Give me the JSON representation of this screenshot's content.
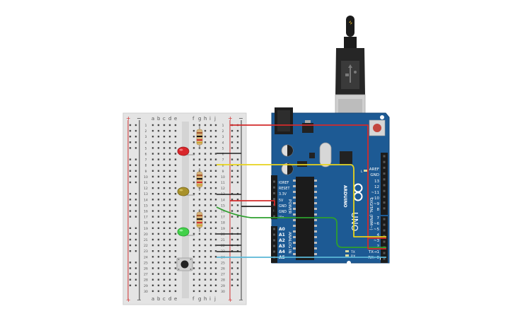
{
  "breadboard": {
    "column_letters_left": [
      "a",
      "b",
      "c",
      "d",
      "e"
    ],
    "column_letters_right": [
      "f",
      "g",
      "h",
      "i",
      "j"
    ],
    "rail_plus": "+",
    "rail_minus": "−",
    "row_numbers": [
      "1",
      "2",
      "3",
      "4",
      "5",
      "6",
      "7",
      "8",
      "9",
      "10",
      "11",
      "12",
      "13",
      "14",
      "15",
      "16",
      "17",
      "18",
      "19",
      "20",
      "21",
      "22",
      "23",
      "24",
      "25",
      "26",
      "27",
      "28",
      "29",
      "30"
    ]
  },
  "components": {
    "leds": [
      {
        "name": "red-led",
        "color": "#d9262b"
      },
      {
        "name": "yellow-led",
        "color": "#a8912a"
      },
      {
        "name": "green-led",
        "color": "#42d14a"
      }
    ],
    "resistor_count": 3,
    "pushbutton": "pushbutton"
  },
  "arduino": {
    "board_color": "#1d5a94",
    "logo": "UNO",
    "brand": "ARDUINO",
    "digital_label": "DIGITAL (PWM~)",
    "power_label": "POWER",
    "analog_label": "ANALOG IN",
    "power_pins": [
      "IOREF",
      "RESET",
      "3.3V",
      "5V",
      "GND",
      "GND",
      "Vin"
    ],
    "analog_pins": [
      "A0",
      "A1",
      "A2",
      "A3",
      "A4",
      "A5"
    ],
    "digital_pins": [
      "AREF",
      "GND",
      "13",
      "12",
      "~11",
      "~10",
      "~9",
      "8",
      "7",
      "~6",
      "~5",
      "4",
      "~3",
      "2",
      "TX→1",
      "RX←0"
    ],
    "led_labels": [
      "L",
      "TX",
      "RX"
    ]
  },
  "wires": [
    {
      "name": "wire-5v-red",
      "color": "#d22b2b"
    },
    {
      "name": "wire-gnd-black",
      "color": "#222222"
    },
    {
      "name": "wire-yellow",
      "color": "#e8d31c"
    },
    {
      "name": "wire-green",
      "color": "#2ea02e"
    },
    {
      "name": "wire-cyan",
      "color": "#5ab7d6"
    }
  ],
  "usb_cable": "usb-cable"
}
